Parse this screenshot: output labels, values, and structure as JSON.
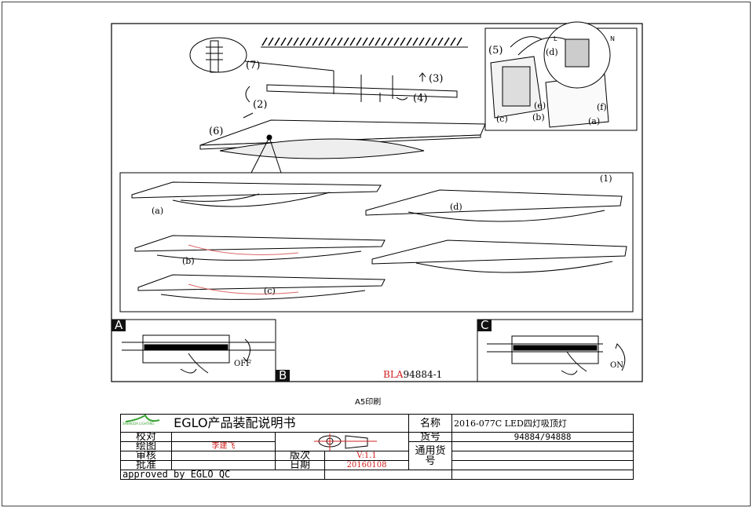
{
  "drawing": {
    "callouts": {
      "step1": "1",
      "step2": "2",
      "step3": "3",
      "step4": "4",
      "step5": "5",
      "step6": "6",
      "step7": "7",
      "a": "a",
      "b": "b",
      "c": "c",
      "d": "d",
      "e": "e",
      "f": "f",
      "L": "L",
      "N": "N"
    },
    "panels": {
      "a_label": "A",
      "b_label": "B",
      "c_label": "C",
      "off_label": "OFF",
      "on_label": "ON"
    },
    "code_prefix": "BLA",
    "code_number": "94884-1"
  },
  "print_note": "A5印刷",
  "title_block": {
    "logo_text": "SHENGDA LIGHTING",
    "title": "EGLO产品装配说明书",
    "name_label": "名称",
    "name_value": "2016-077C LED四灯吸顶灯",
    "check_label": "校对",
    "drawn_label": "绘图",
    "drawn_value": "李建飞",
    "review_label": "审核",
    "approve_label": "批准",
    "item_no_label": "货号",
    "item_no_value": "94884/94888",
    "general_label": "通用货号",
    "version_label": "版次",
    "version_value": "V:1.1",
    "date_label": "日期",
    "date_value": "20160108",
    "approved_text": "approved by EGLO QC"
  },
  "colors": {
    "accent_red": "#d02020",
    "logo_green": "#3aa335"
  }
}
